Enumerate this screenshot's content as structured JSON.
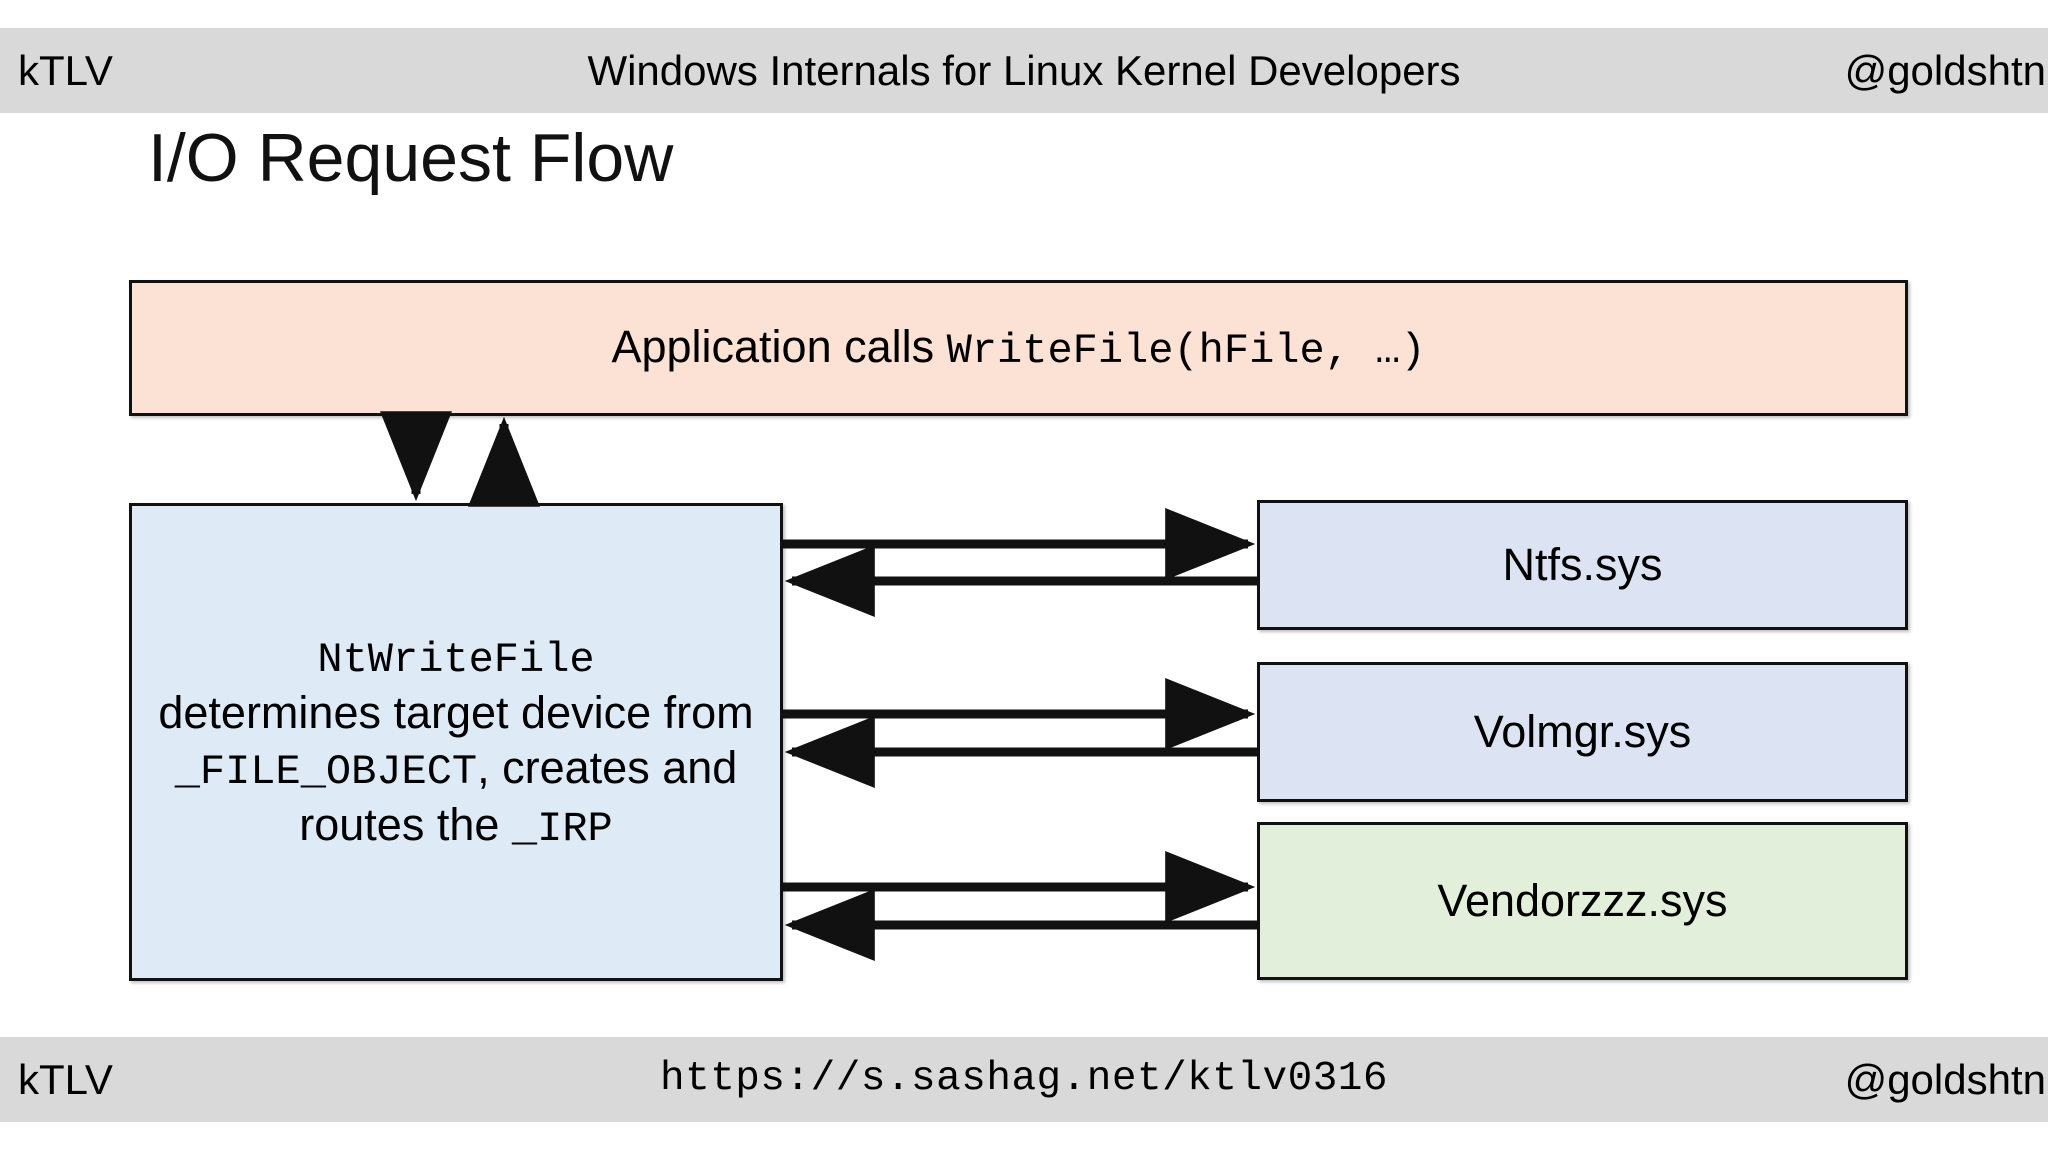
{
  "header": {
    "left": "kTLV",
    "center": "Windows Internals for Linux Kernel Developers",
    "right": "@goldshtn"
  },
  "footer": {
    "left": "kTLV",
    "center": "https://s.sashag.net/ktlv0316",
    "right": "@goldshtn"
  },
  "title": "I/O Request Flow",
  "diagram": {
    "app_box": {
      "prefix": "Application calls ",
      "code": "WriteFile(hFile, …)",
      "fill": "#fbe2d5"
    },
    "kernel_box": {
      "line1_code": "NtWriteFile",
      "line2_text": "determines target device from ",
      "line2_code": "_FILE_OBJECT",
      "line3_text": ", creates and routes the ",
      "line3_code": "_IRP",
      "fill": "#deeaf6"
    },
    "drivers": [
      {
        "label": "Ntfs.sys",
        "fill": "#dce3f2"
      },
      {
        "label": "Volmgr.sys",
        "fill": "#dce3f2"
      },
      {
        "label": "Vendorzzz.sys",
        "fill": "#e2efda"
      }
    ],
    "arrows": {
      "down_to_kernel": "down-arrow",
      "up_to_app": "up-arrow",
      "request_right": "right-arrow",
      "completion_left": "left-arrow"
    }
  },
  "colors": {
    "bar": "#d9d9d9",
    "stroke": "#111111",
    "background": "#ffffff"
  }
}
